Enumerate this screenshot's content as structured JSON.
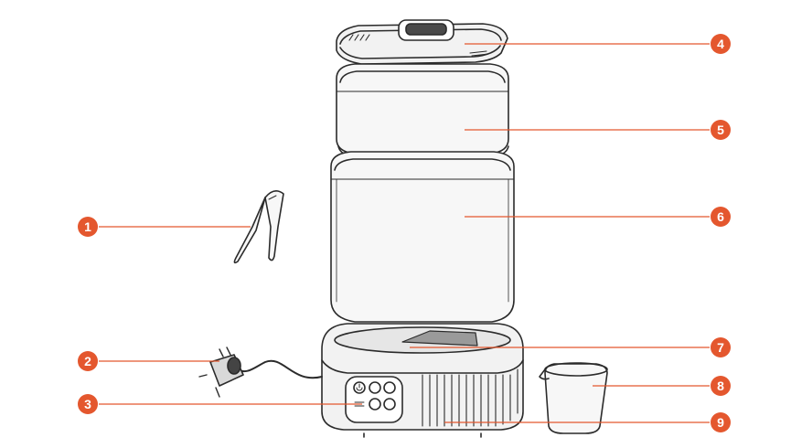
{
  "colors": {
    "accent": "#e4572e",
    "line": "#2b2b2b",
    "background": "#ffffff"
  },
  "callouts": [
    {
      "number": "1",
      "part": "tongs"
    },
    {
      "number": "2",
      "part": "power-cord"
    },
    {
      "number": "3",
      "part": "control-panel"
    },
    {
      "number": "4",
      "part": "lid"
    },
    {
      "number": "5",
      "part": "upper-basket"
    },
    {
      "number": "6",
      "part": "lower-basket"
    },
    {
      "number": "7",
      "part": "heating-plate"
    },
    {
      "number": "8",
      "part": "measuring-cup"
    },
    {
      "number": "9",
      "part": "base-unit"
    }
  ]
}
